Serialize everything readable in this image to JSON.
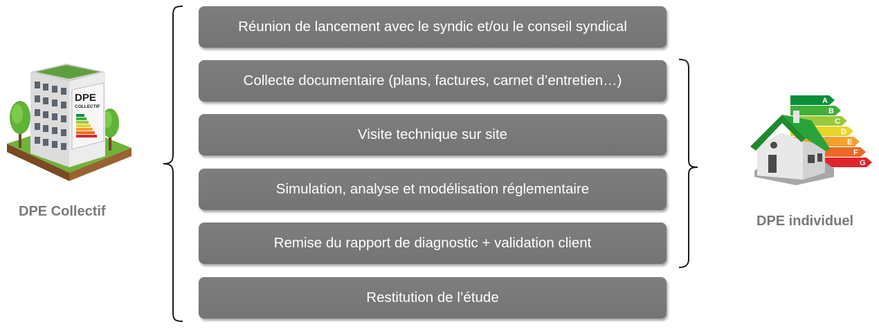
{
  "collective": {
    "label": "DPE Collectif",
    "sign_line1": "DPE",
    "sign_line2": "COLLECTIF"
  },
  "individual": {
    "label": "DPE individuel",
    "energy_classes": [
      "A",
      "B",
      "C",
      "D",
      "E",
      "F",
      "G"
    ],
    "energy_colors": [
      "#0a8f3c",
      "#3fae3a",
      "#9bc93c",
      "#e6d52a",
      "#f2a12c",
      "#ec6a25",
      "#e0242b"
    ]
  },
  "steps": [
    "Réunion de lancement avec le syndic et/ou le conseil syndical",
    "Collecte documentaire (plans, factures, carnet d’entretien…)",
    "Visite technique sur site",
    "Simulation, analyse et modélisation réglementaire",
    "Remise du rapport de diagnostic + validation client",
    "Restitution de l’étude"
  ],
  "colors": {
    "step_fill": "#7a7a7a",
    "label_gray": "#7a7a7a",
    "brace": "#1a1a1a"
  }
}
